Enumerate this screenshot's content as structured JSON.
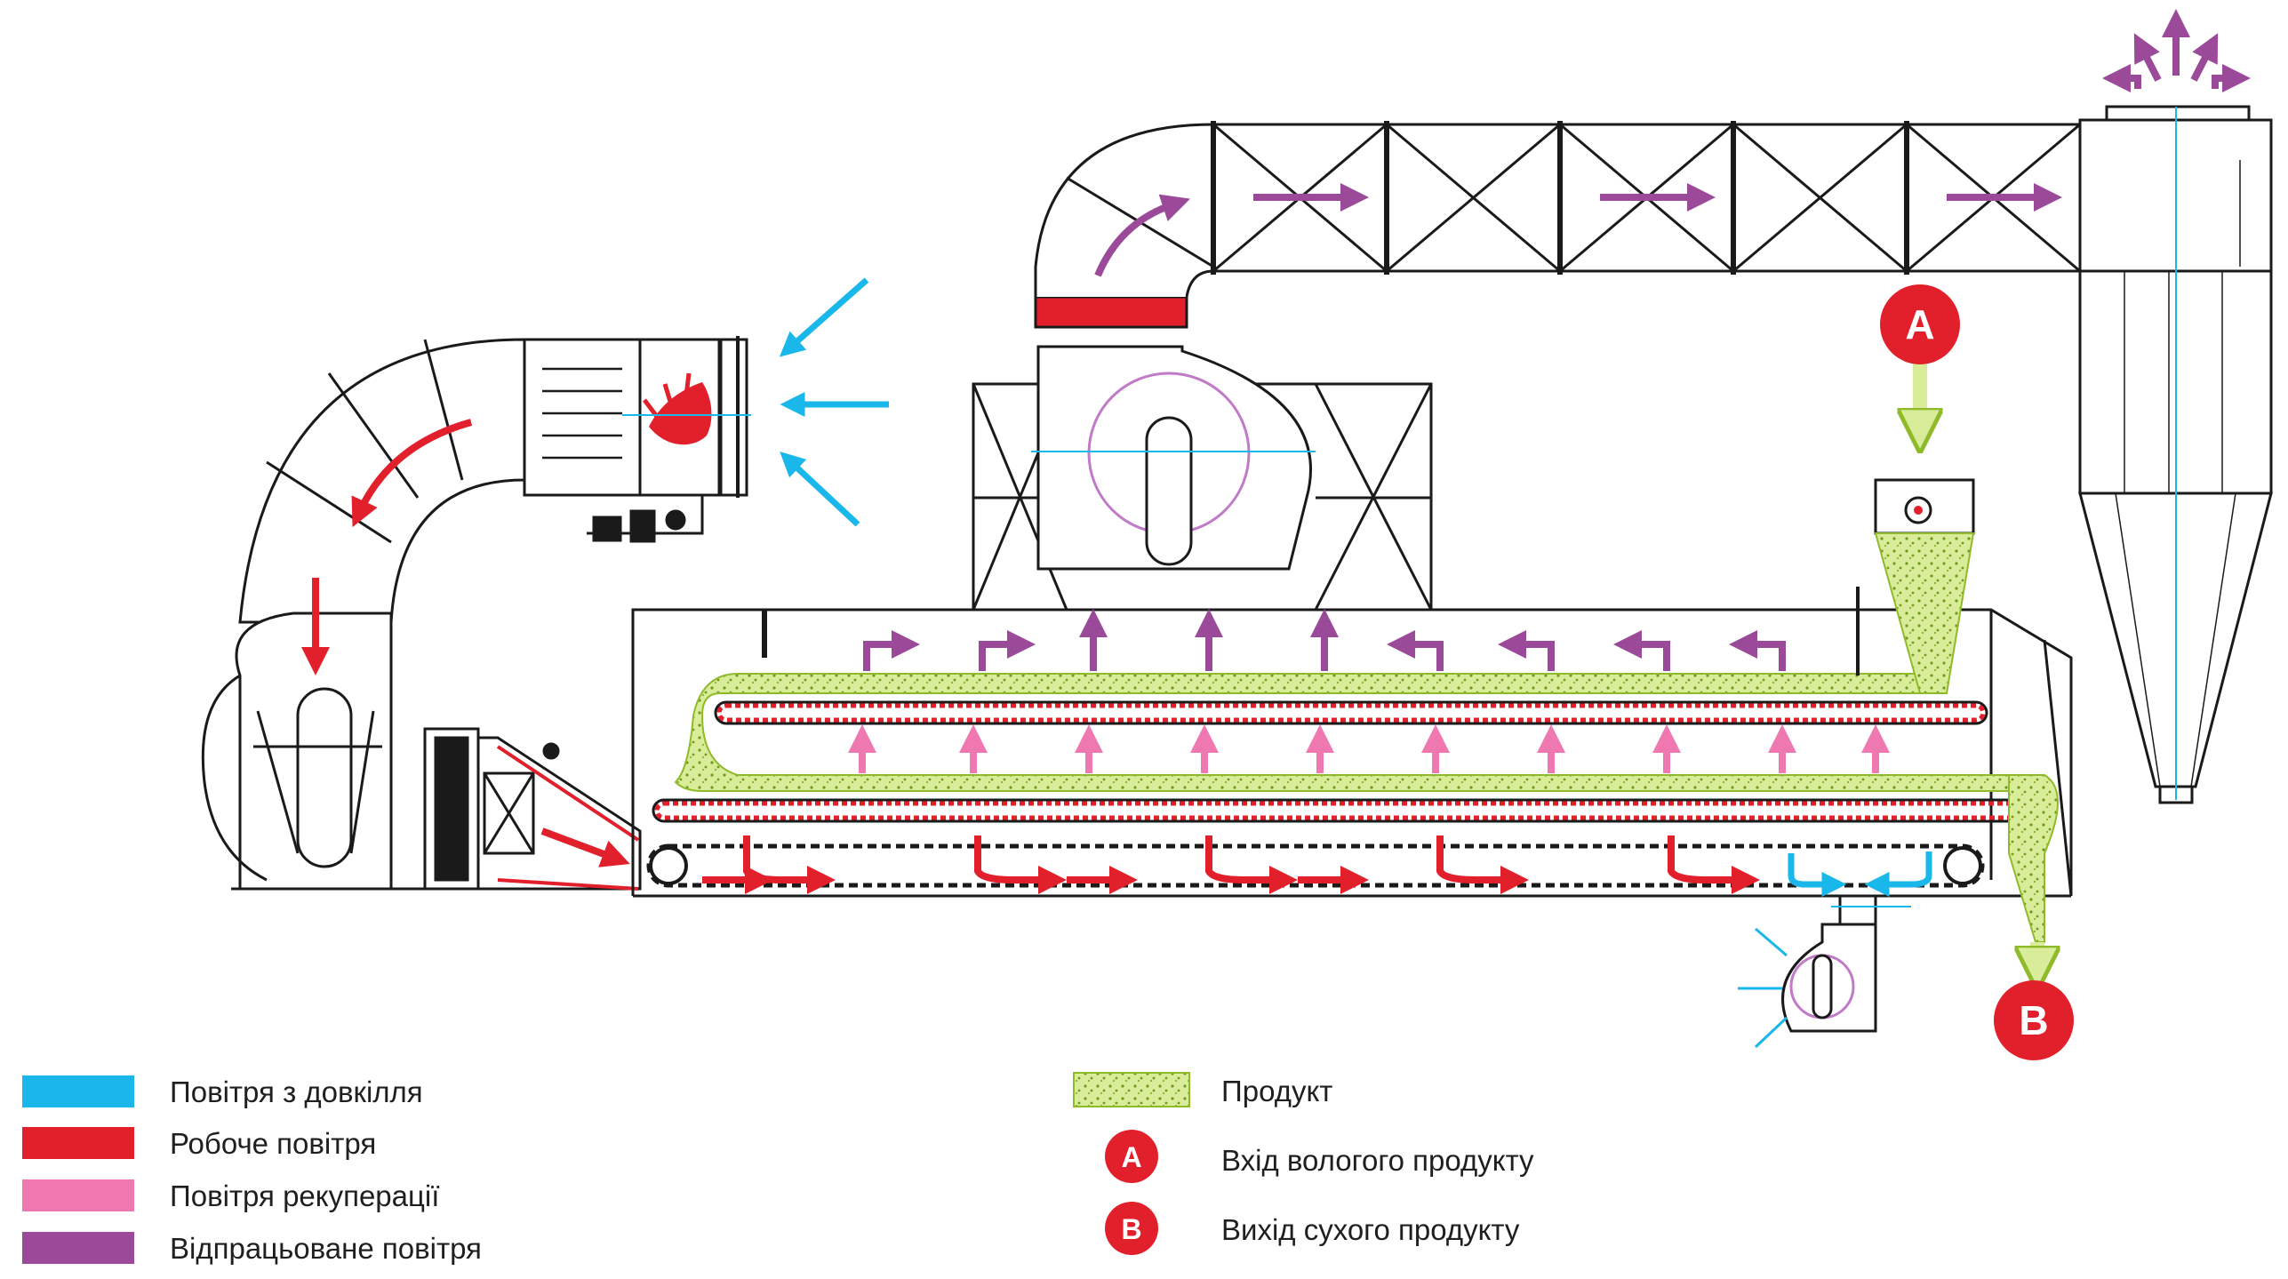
{
  "markers": {
    "a": {
      "label": "A"
    },
    "b": {
      "label": "B"
    }
  },
  "legend": {
    "left": [
      {
        "label": "Повітря з довкілля",
        "color": "#1ab7ea"
      },
      {
        "label": "Робоче повітря",
        "color": "#e2202b"
      },
      {
        "label": "Повітря рекуперації",
        "color": "#ef78b0"
      },
      {
        "label": "Відпрацьоване повітря",
        "color": "#9b4a9a"
      }
    ],
    "right": [
      {
        "label": "Продукт",
        "icon": "product-swatch"
      },
      {
        "label": "Вхід вологого продукту",
        "badge": "A"
      },
      {
        "label": "Вихід сухого продукту",
        "badge": "B"
      }
    ]
  },
  "colors": {
    "ambient_air": "#1ab7ea",
    "working_air": "#e2202b",
    "recovery_air": "#ef78b0",
    "exhaust_air": "#9b4a9a",
    "product": "#b6d33c",
    "line": "#1a1a1a"
  }
}
